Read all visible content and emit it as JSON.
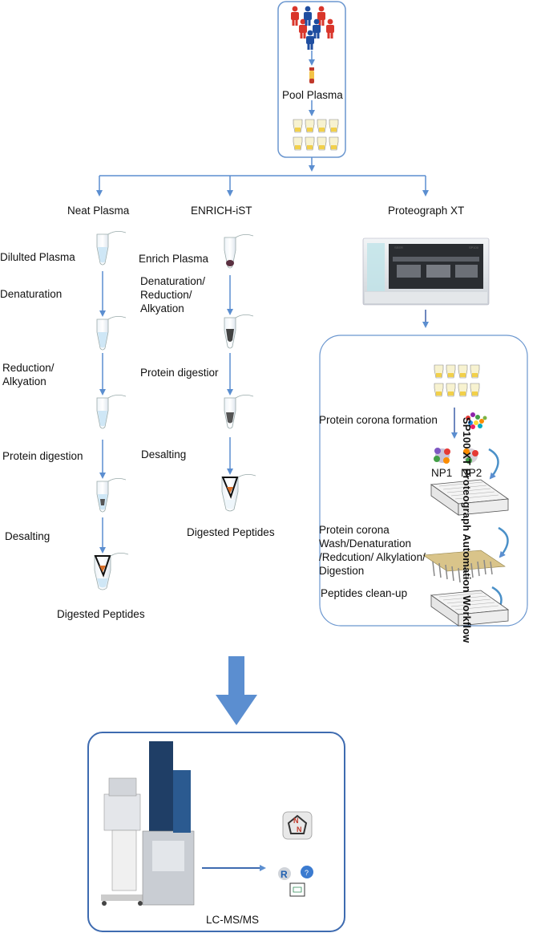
{
  "top": {
    "pool_label": "Pool Plasma"
  },
  "columns": {
    "neat": {
      "header": "Neat Plasma",
      "steps": [
        "Dilulted Plasma",
        "Denaturation",
        "Reduction/\nAlkyation",
        "Protein digestion",
        "Desalting"
      ],
      "result": "Digested Peptides"
    },
    "enrich": {
      "header": "ENRICH-iST",
      "steps": [
        "Enrich Plasma",
        "Denaturation/\nReduction/\nAlkyation",
        "Protein digestior",
        "Desalting"
      ],
      "result": "Digested Peptides"
    },
    "proteograph": {
      "header": "Proteograph XT",
      "instrument_labels": [
        "SEER",
        "SP100"
      ],
      "steps": [
        "Protein corona formation",
        "Protein corona\nWash/Denaturation\n/Redcution/ Alkylation/\nDigestion",
        "Peptides clean-up"
      ],
      "np1": "NP1",
      "np2": "NP2",
      "workflow_title": "SP100 XT Proteograph Automation Workflow"
    }
  },
  "bottom": {
    "lcms_label": "LC-MS/MS"
  },
  "colors": {
    "arrow": "#5b8ed0",
    "box_border": "#6a96cf",
    "big_arrow": "#5b8ed0",
    "person_red": "#d9362b",
    "person_blue": "#1f4ea0"
  }
}
